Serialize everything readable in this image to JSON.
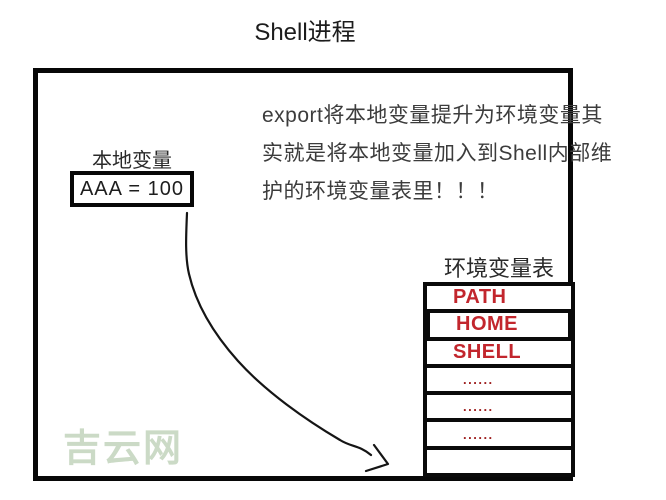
{
  "title": "Shell进程",
  "explanation_lines": [
    "export将本地变量提升为环境变量其",
    "实就是将本地变量加入到Shell内部维",
    "护的环境变量表里！！！"
  ],
  "local_variable": {
    "label": "本地变量",
    "value": "AAA = 100"
  },
  "env_table": {
    "label": "环境变量表",
    "rows": [
      "PATH",
      "HOME",
      "SHELL",
      "......",
      "......",
      "......",
      ""
    ]
  },
  "watermark": "吉云网",
  "colors": {
    "ink": "#070707",
    "body_text": "#3c3c3c",
    "var_red": "#c2262d",
    "dots_red": "#9e2020",
    "watermark_green": "#cbdac6"
  }
}
